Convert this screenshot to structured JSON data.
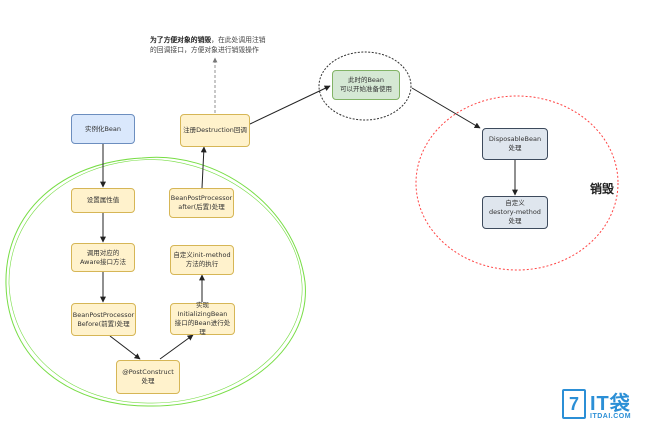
{
  "colors": {
    "blue_fill": "#dae8fc",
    "blue_stroke": "#6c8ebf",
    "yellow_fill": "#fff2cc",
    "yellow_stroke": "#d6b656",
    "green_fill": "#d5e8d4",
    "green_stroke": "#82b366",
    "slate_fill": "#dfe6ee",
    "slate_stroke": "#3d4a5c",
    "green_region": "#77dd44",
    "red_region": "#ff4444",
    "dark_region": "#333333"
  },
  "nodes": {
    "instantiate": "实例化Bean",
    "set_props": "设置属性值",
    "aware": "调用对应的\nAware接口方法",
    "bpp_before": "BeanPostProcessor\nBefore(前置)处理",
    "post_construct": "@PostConstruct\n处理",
    "initializing_bean": "实现InitializingBean\n接口的Bean进行处理",
    "init_method": "自定义init-method\n方法的执行",
    "bpp_after": "BeanPostProcessor\nafter(后置)处理",
    "register_destruction": "注册Destruction回调",
    "ready": "此时的Bean\n可以开始准备使用",
    "disposable": "DisposableBean\n处理",
    "destroy_method": "自定义\ndestory-method\n处理"
  },
  "note": {
    "bold": "为了方便对象的销毁",
    "line1_rest": "，在此处调用注销",
    "line2": "的回调接口，方便对象进行销毁操作"
  },
  "region_label": "销毁",
  "watermark": {
    "mark": "7",
    "brand": "IT袋",
    "site": "ITDAI.COM"
  }
}
